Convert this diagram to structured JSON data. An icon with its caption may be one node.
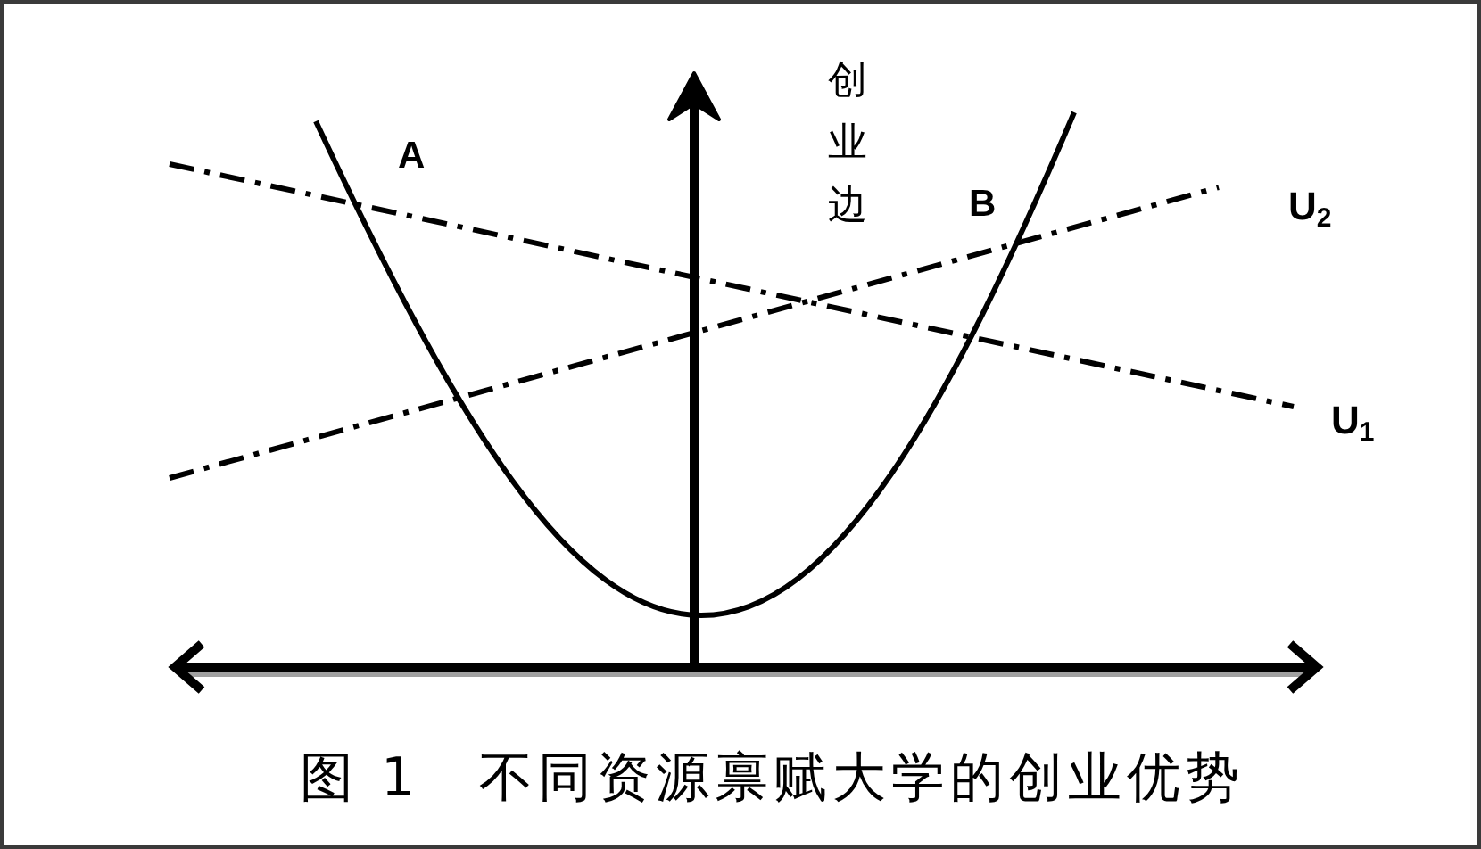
{
  "diagram": {
    "caption": "图 1　不同资源禀赋大学的创业优势",
    "labels": [
      "创业边",
      "A",
      "B",
      "U$_{2}$",
      "U$_{1}$"
    ]
  }
}
